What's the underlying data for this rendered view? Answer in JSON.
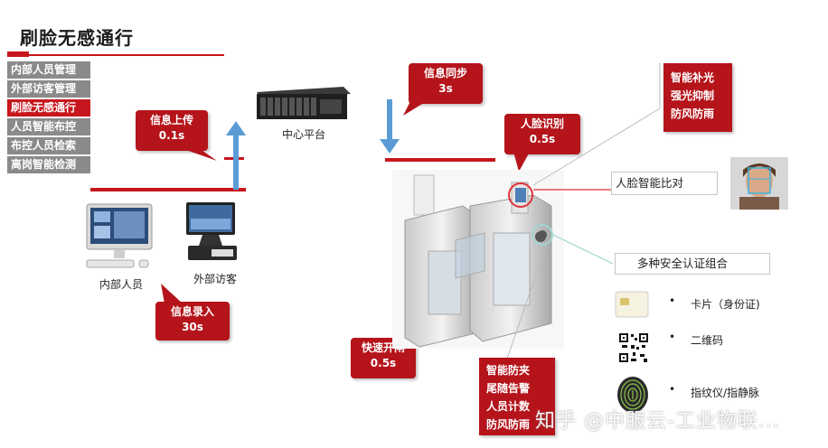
{
  "title": "刷脸无感通行",
  "menu": [
    {
      "label": "内部人员管理",
      "active": false
    },
    {
      "label": "外部访客管理",
      "active": false
    },
    {
      "label": "刷脸无感通行",
      "active": true
    },
    {
      "label": "人员智能布控",
      "active": false
    },
    {
      "label": "布控人员检索",
      "active": false
    },
    {
      "label": "离岗智能检测",
      "active": false
    }
  ],
  "callouts": {
    "upload": {
      "line1": "信息上传",
      "line2": "0.1s"
    },
    "sync": {
      "line1": "信息同步",
      "line2": "3s"
    },
    "face_recognition": {
      "line1": "人脸识别",
      "line2": "0.5s"
    },
    "entry": {
      "line1": "信息录入",
      "line2": "30s"
    },
    "open_gate": {
      "line1": "快速开闸",
      "line2": "0.5s"
    }
  },
  "labels": {
    "center_platform": "中心平台",
    "internal_staff": "内部人员",
    "external_visitor": "外部访客",
    "face_compare": "人脸智能比对",
    "multi_auth": "多种安全认证组合"
  },
  "top_features": [
    "智能补光",
    "强光抑制",
    "防风防雨"
  ],
  "bottom_features": [
    "智能防夹",
    "尾随告警",
    "人员计数",
    "防风防雨"
  ],
  "auth_methods": [
    {
      "label": "卡片（身份证)",
      "icon": "card-icon"
    },
    {
      "label": "二维码",
      "icon": "qr-code-icon"
    },
    {
      "label": "指纹仪/指静脉",
      "icon": "fingerprint-icon"
    }
  ],
  "watermark": "知乎 @中服云-工业物联...",
  "colors": {
    "accent": "#c7161d",
    "callout": "#b5141b",
    "menu_gray": "#8a8a8a",
    "arrow_blue": "#5b9bd5"
  }
}
